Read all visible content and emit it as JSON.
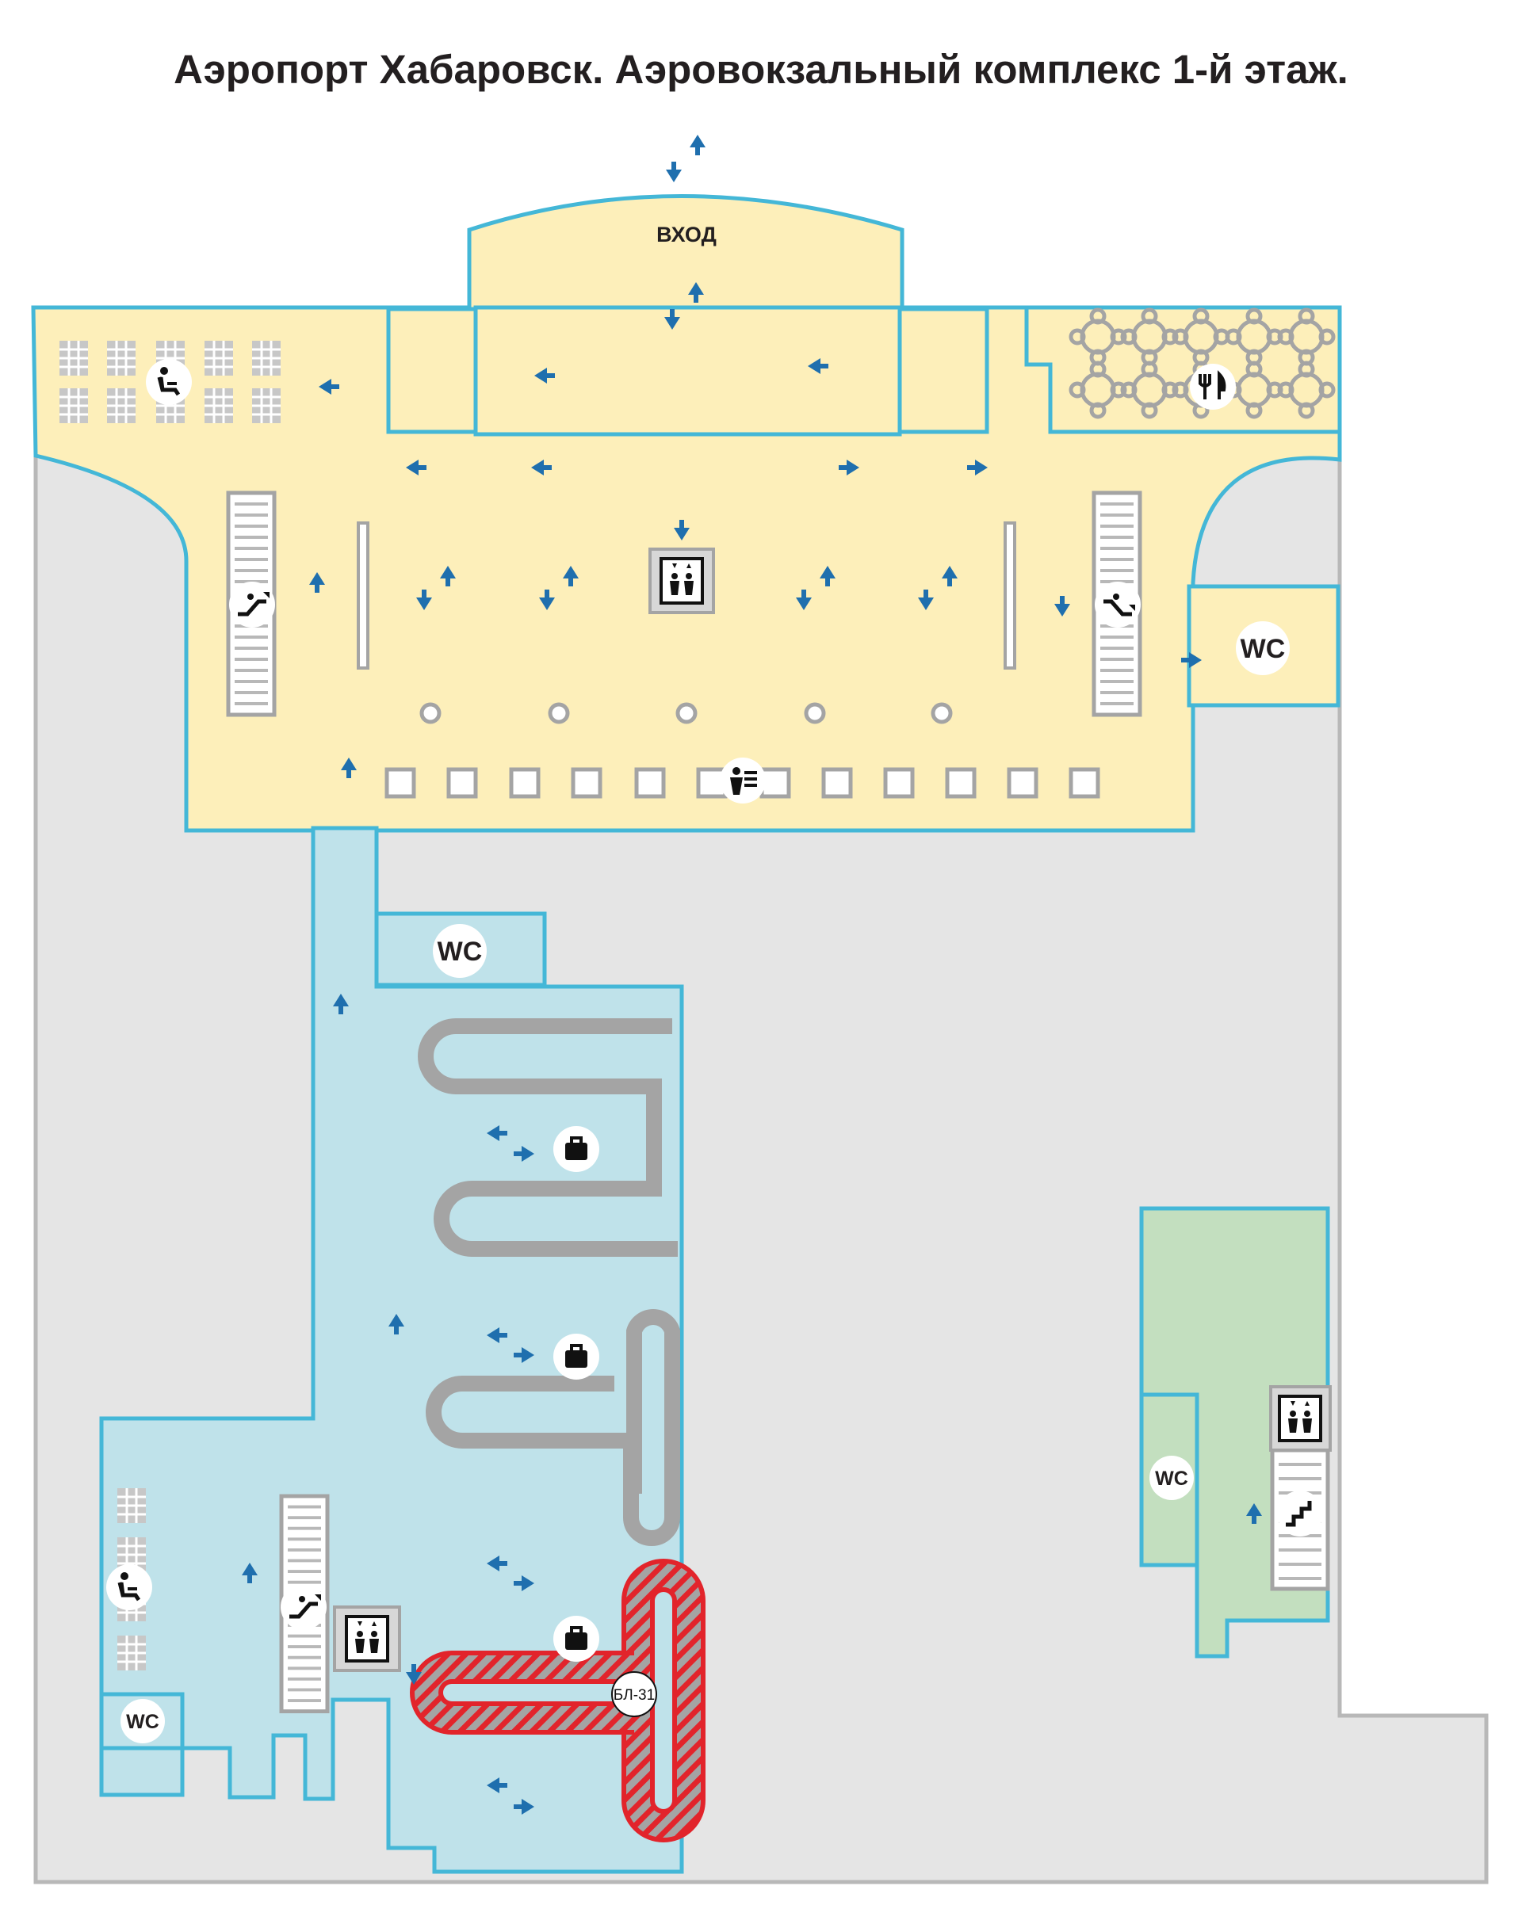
{
  "title": "Аэропорт Хабаровск. Аэровокзальный комплекс 1-й этаж.",
  "labels": {
    "entrance": "ВХОД",
    "wc": "WC",
    "belt_code": "БЛ-31"
  },
  "zones": {
    "main_hall": {
      "fill": "#fdefba",
      "stroke": "#44b7d7"
    },
    "arrival_hall": {
      "fill": "#bfe2ea",
      "stroke": "#44b7d7"
    },
    "side_block": {
      "fill": "#c3dfbf",
      "stroke": "#44b7d7"
    },
    "building_shell": {
      "fill": "#e5e5e5",
      "stroke": "#b8b8b8"
    }
  },
  "colors": {
    "arrow": "#1f6fae",
    "baggage_belt": "#a4a4a4",
    "active_belt": "#e2242b",
    "icon_badge": "#ffffff",
    "icon_glyph": "#111111"
  },
  "icons": [
    "seating-icon",
    "escalator-up-icon",
    "escalator-down-icon",
    "elevator-icon",
    "restaurant-icon",
    "wc-icon",
    "check-in-icon",
    "baggage-claim-icon",
    "stairs-icon"
  ]
}
